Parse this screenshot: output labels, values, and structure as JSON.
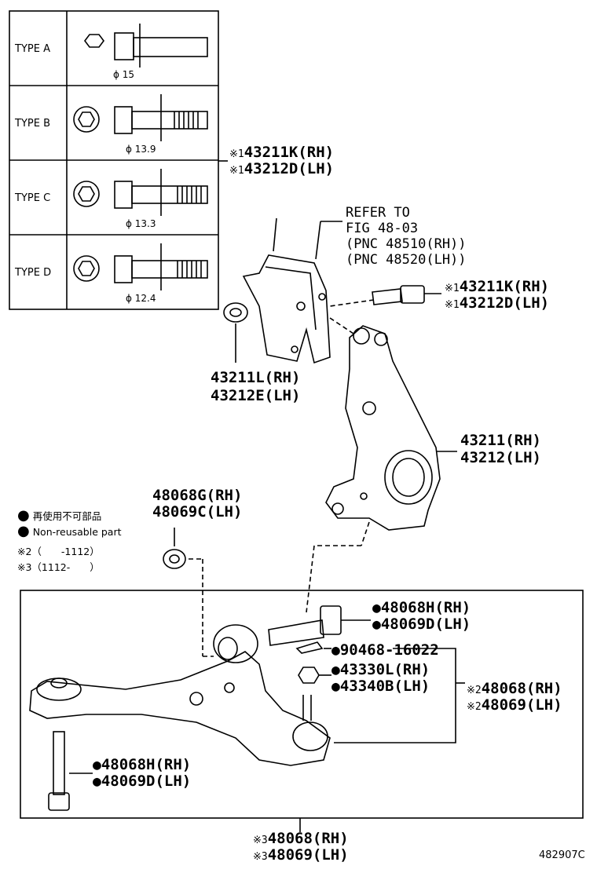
{
  "types": [
    {
      "name": "TYPE  A",
      "dia": "ϕ 15"
    },
    {
      "name": "TYPE  B",
      "dia": "ϕ 13.9"
    },
    {
      "name": "TYPE  C",
      "dia": "ϕ 13.3"
    },
    {
      "name": "TYPE  D",
      "dia": "ϕ 12.4"
    }
  ],
  "labels": {
    "bolt_type_rh": "43211K(RH)",
    "bolt_type_lh": "43212D(LH)",
    "refer_1": "REFER TO",
    "refer_2": "FIG 48-03",
    "refer_3": "(PNC 48510(RH))",
    "refer_4": "(PNC 48520(LH))",
    "bolt_rh": "43211K(RH)",
    "bolt_lh": "43212D(LH)",
    "nut_rh": "43211L(RH)",
    "nut_lh": "43212E(LH)",
    "knuckle_rh": "43211(RH)",
    "knuckle_lh": "43212(LH)",
    "nut2_rh": "48068G(RH)",
    "nut2_lh": "48069C(LH)",
    "arm_bolt1_rh": "48068H(RH)",
    "arm_bolt1_lh": "48069D(LH)",
    "cotter": "90468-16022",
    "castle_rh": "43330L(RH)",
    "castle_lh": "43340B(LH)",
    "arm2_rh": "48068(RH)",
    "arm2_lh": "48069(LH)",
    "arm_bolt2_rh": "48068H(RH)",
    "arm_bolt2_lh": "48069D(LH)",
    "arm3_rh": "48068(RH)",
    "arm3_lh": "48069(LH)",
    "figure_id": "482907C"
  },
  "marks": {
    "m1": "※1",
    "m2": "※2",
    "m3": "※3",
    "dot": "●"
  },
  "legend": {
    "jp": "再使用不可部品",
    "en": "Non-reusable part",
    "note2": "※2（　　-1112）",
    "note3": "※3（1112-　　）"
  }
}
